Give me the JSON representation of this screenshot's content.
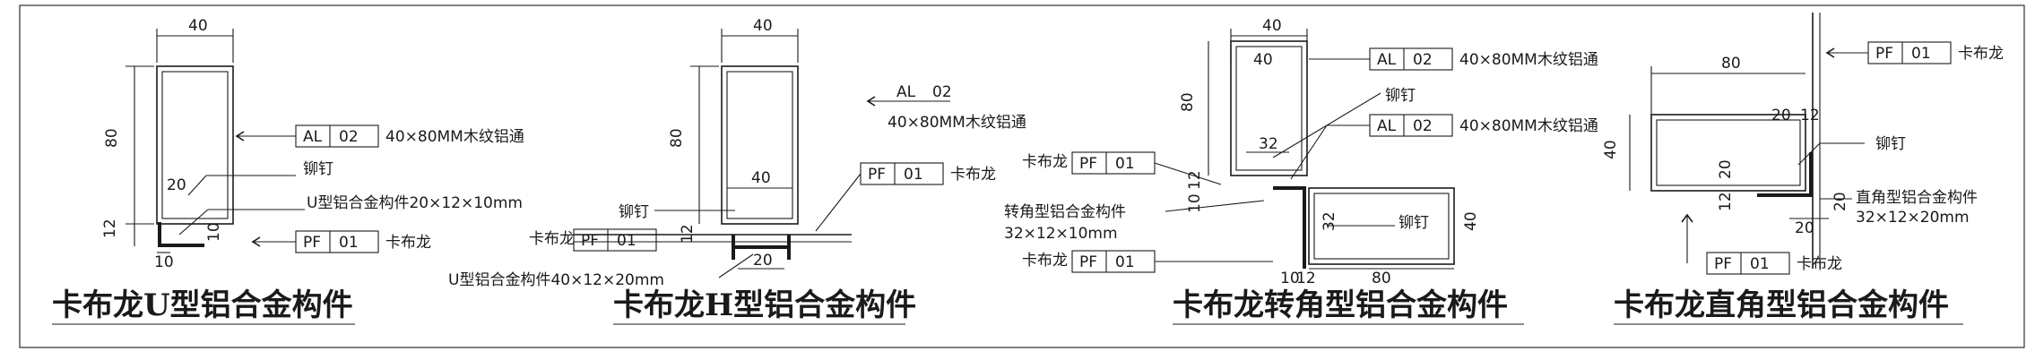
{
  "figures": [
    {
      "caption": "卡布龙U型铝合金构件",
      "dims": {
        "top": "40",
        "height": "80",
        "bottom": "12",
        "small": "20",
        "foot_w": "10",
        "foot_h": "10"
      },
      "tags": [
        {
          "code": "AL",
          "num": "02",
          "note": "40×80MM木纹铝通"
        },
        {
          "code": "PF",
          "num": "01",
          "note": "卡布龙"
        }
      ],
      "notes": [
        "铆钉",
        "U型铝合金构件20×12×10mm"
      ]
    },
    {
      "caption": "卡布龙H型铝合金构件",
      "dims": {
        "top": "40",
        "height": "80",
        "inner": "40",
        "side": "12",
        "bottom": "20"
      },
      "tags": [
        {
          "code": "AL",
          "num": "02",
          "note": "40×80MM木纹铝通"
        },
        {
          "code": "PF",
          "num": "01",
          "note": "卡布龙"
        },
        {
          "code": "卡布龙",
          "num": "PF",
          "note": "01"
        }
      ],
      "notes": [
        "铆钉",
        "U型铝合金构件40×12×20mm"
      ]
    },
    {
      "caption": "卡布龙转角型铝合金构件",
      "dims": {
        "top": "40",
        "height": "80",
        "small": "32",
        "a": "10",
        "b": "12",
        "c": "32",
        "d": "40",
        "bottom": "80",
        "e": "10",
        "f": "12"
      },
      "tags": [
        {
          "code": "AL",
          "num": "02",
          "note": "40×80MM木纹铝通"
        },
        {
          "code": "AL",
          "num": "02",
          "note": "40×80MM木纹铝通"
        },
        {
          "label": "卡布龙",
          "code": "PF",
          "num": "01"
        },
        {
          "label": "卡布龙",
          "code": "PF",
          "num": "01"
        }
      ],
      "notes": [
        "铆钉",
        "铆钉",
        "转角型铝合金构件",
        "32×12×10mm"
      ]
    },
    {
      "caption": "卡布龙直角型铝合金构件",
      "dims": {
        "top": "80",
        "height": "40",
        "a": "20",
        "b": "12",
        "c": "20",
        "d": "12",
        "e": "20",
        "f": "20"
      },
      "tags": [
        {
          "code": "PF",
          "num": "01",
          "note": "卡布龙"
        },
        {
          "code": "PF",
          "num": "01",
          "note": "卡布龙"
        }
      ],
      "notes": [
        "铆钉",
        "直角型铝合金构件",
        "32×12×20mm"
      ]
    }
  ]
}
